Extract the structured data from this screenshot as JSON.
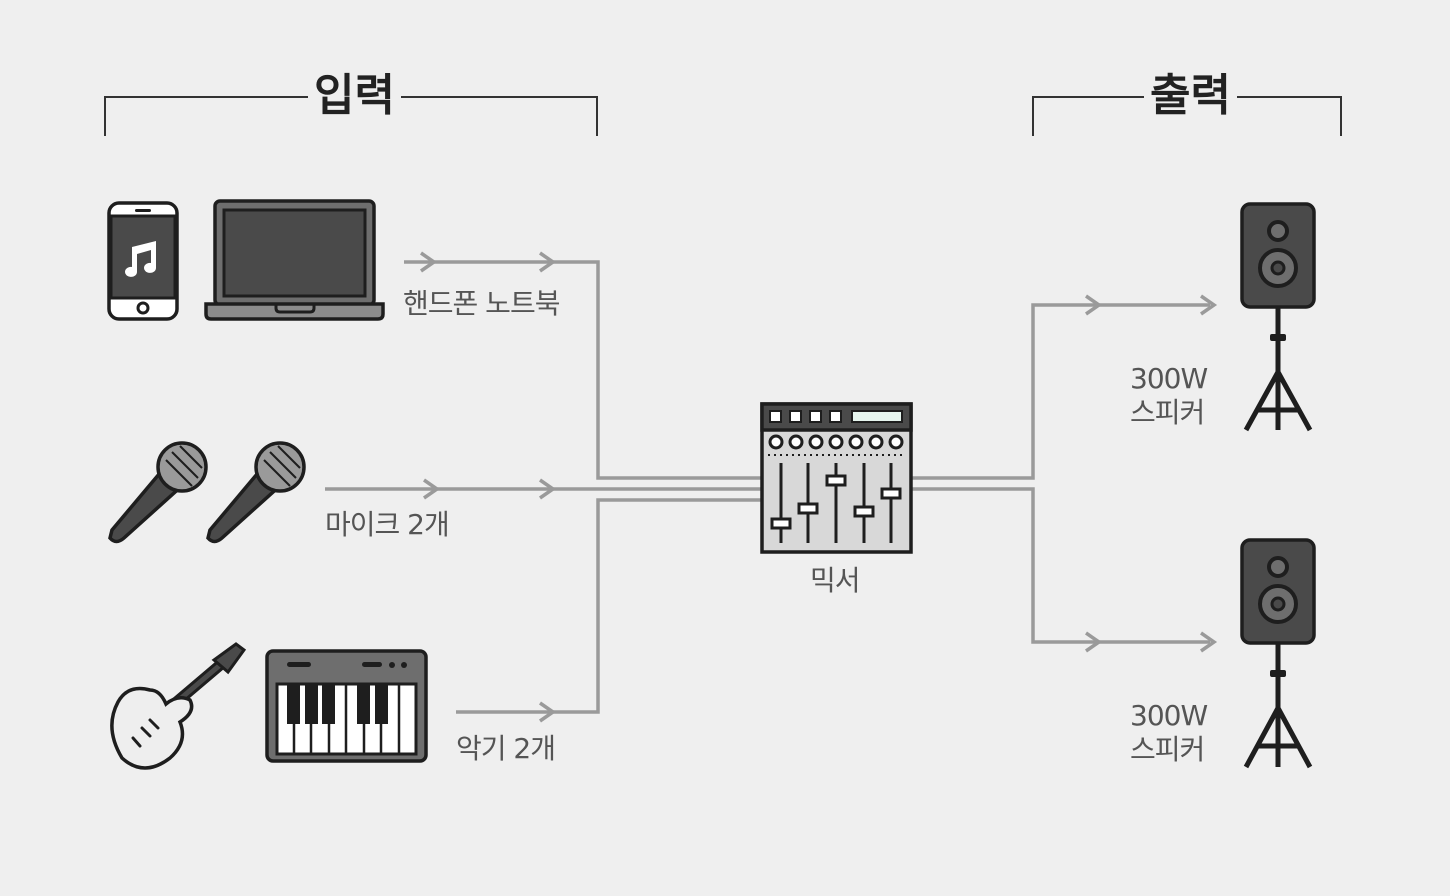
{
  "headers": {
    "input": "입력",
    "output": "출력"
  },
  "labels": {
    "phone_laptop": "핸드폰 노트북",
    "mics": "마이크 2개",
    "instruments": "악기 2개",
    "mixer": "믹서",
    "speaker_top_watt": "300W",
    "speaker_top_name": "스피커",
    "speaker_bottom_watt": "300W",
    "speaker_bottom_name": "스피커"
  },
  "colors": {
    "line": "#9a9a9a",
    "bracket": "#333333",
    "device_dark": "#4a4a4a",
    "outline": "#1e1e1e",
    "background": "#efefef"
  },
  "icons": [
    "smartphone-icon",
    "laptop-icon",
    "microphone-icon",
    "microphone-icon",
    "electric-guitar-icon",
    "keyboard-icon",
    "mixer-icon",
    "speaker-icon",
    "speaker-icon"
  ]
}
